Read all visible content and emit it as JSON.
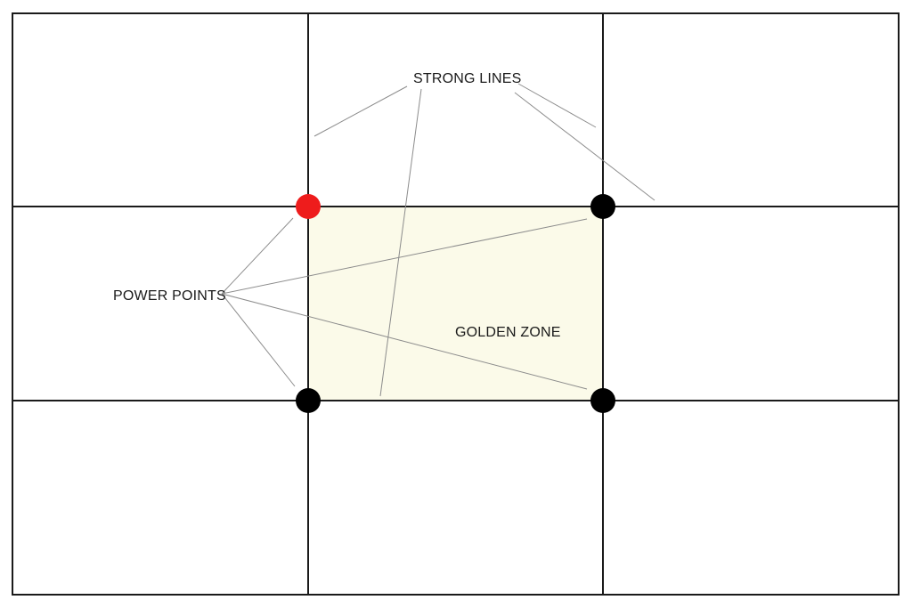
{
  "labels": {
    "strong_lines": "STRONG LINES",
    "power_points": "POWER POINTS",
    "golden_zone": "GOLDEN ZONE"
  },
  "colors": {
    "background": "#ffffff",
    "grid_line": "#1a1a1a",
    "golden_zone_fill": "#fbfae9",
    "leader_line": "#8c8c8c",
    "power_point_highlight": "#ee1c1c",
    "power_point": "#000000"
  }
}
